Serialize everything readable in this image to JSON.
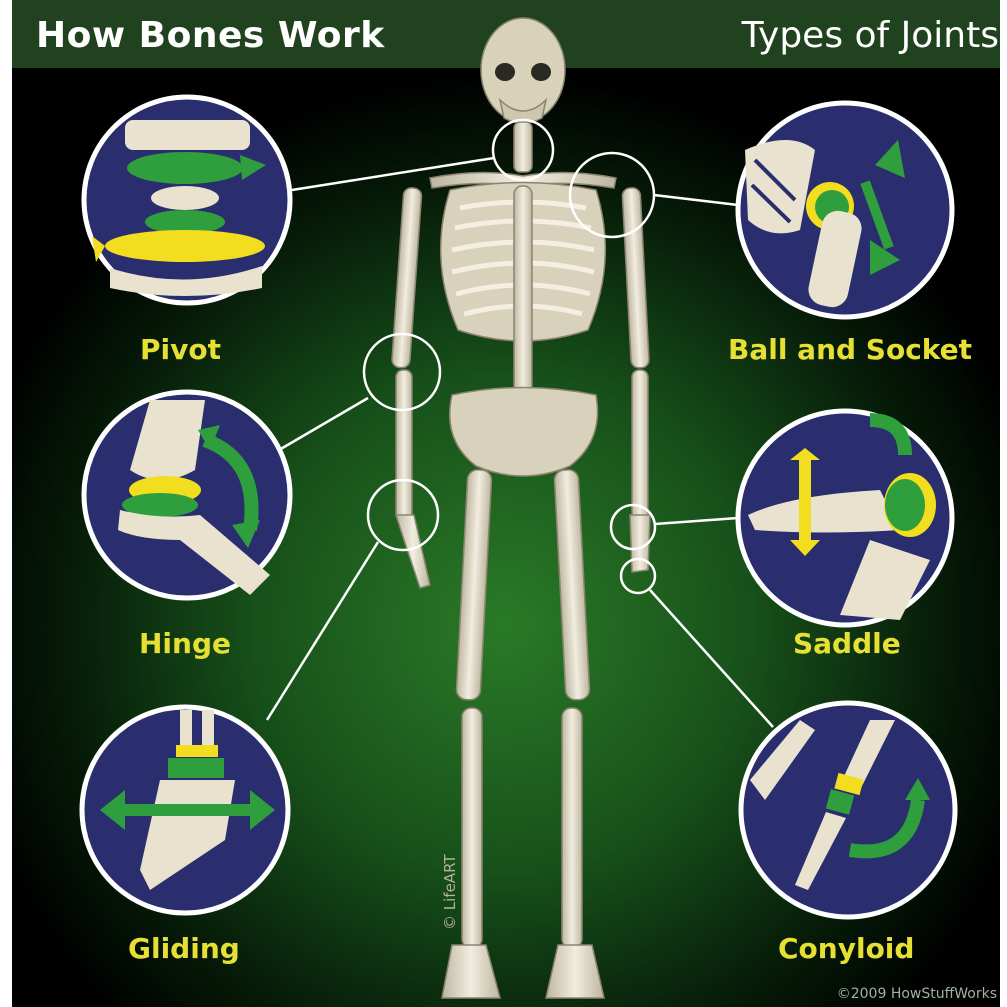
{
  "header": {
    "title": "How Bones Work",
    "subtitle": "Types of Joints"
  },
  "joints": {
    "pivot": "Pivot",
    "ball_and_socket": "Ball and Socket",
    "hinge": "Hinge",
    "saddle": "Saddle",
    "gliding": "Gliding",
    "conyloid": "Conyloid"
  },
  "credits": {
    "copyright": "©2009 HowStuffWorks",
    "artist": "© LifeART"
  },
  "colors": {
    "header_bar": "#20421e",
    "background_dark": "#000000",
    "glow_green": "#1f6a1c",
    "callout_blue": "#2a2e6e",
    "label_yellow": "#e5e033",
    "bone": "#e8e2cf",
    "joint_green": "#2f9e3c",
    "joint_yellow": "#f2de1e"
  }
}
